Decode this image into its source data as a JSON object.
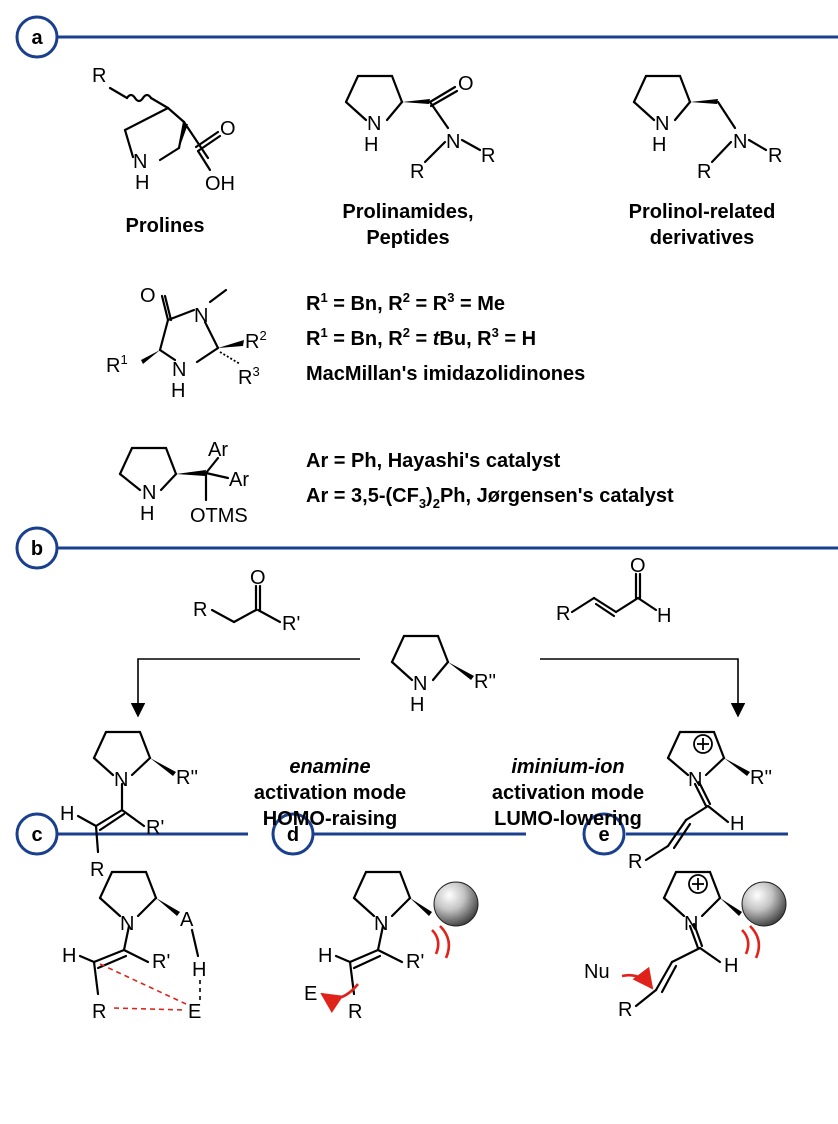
{
  "sections": {
    "a": {
      "badge": "a"
    },
    "b": {
      "badge": "b"
    },
    "c": {
      "badge": "c"
    },
    "d": {
      "badge": "d"
    },
    "e": {
      "badge": "e"
    }
  },
  "colors": {
    "section_line": "#1a3f8f",
    "steric_arc": "#e0231a"
  },
  "panel_a": {
    "prolines": "Prolines",
    "prolinamides_line1": "Prolinamides,",
    "prolinamides_line2": "Peptides",
    "prolinol_line1": "Prolinol-related",
    "prolinol_line2": "derivatives",
    "macmillan_variant1": {
      "r1": "R",
      "r1_sup": "1",
      "p1": " = Bn, R",
      "r2_sup": "2",
      "p2": " = R",
      "r3_sup": "3",
      "p3": " = Me"
    },
    "macmillan_variant2": {
      "r1": "R",
      "r1_sup": "1",
      "p1": " = Bn, R",
      "r2_sup": "2",
      "p2": " = ",
      "tbu_t": "t",
      "p3": "Bu, R",
      "r3_sup": "3",
      "p4": " = H"
    },
    "macmillan_name": "MacMillan's imidazolidinones",
    "hayashi": "Ar = Ph, Hayashi's catalyst",
    "jorgensen": {
      "p1": "Ar = 3,5-(CF",
      "sub": "3",
      "p2": ")",
      "sub2": "2",
      "p3": "Ph, Jørgensen's catalyst"
    }
  },
  "panel_b": {
    "enamine_word": "enamine",
    "enamine_mode": "activation mode",
    "enamine_orbital": "HOMO-raising",
    "iminium_word": "iminium-ion",
    "iminium_mode": "activation mode",
    "iminium_orbital": "LUMO-lowering"
  },
  "atoms": {
    "R": "R",
    "N": "N",
    "H": "H",
    "O": "O",
    "OH": "OH",
    "NH": "NH",
    "Rp": "R'",
    "Rpp": "R''",
    "Ar": "Ar",
    "OTMS": "OTMS",
    "A": "A",
    "E": "E",
    "Nu": "Nu",
    "R1": "R",
    "R1_sup": "1",
    "R2": "R",
    "R2_sup": "2",
    "R3": "R",
    "R3_sup": "3",
    "plus": "+"
  }
}
